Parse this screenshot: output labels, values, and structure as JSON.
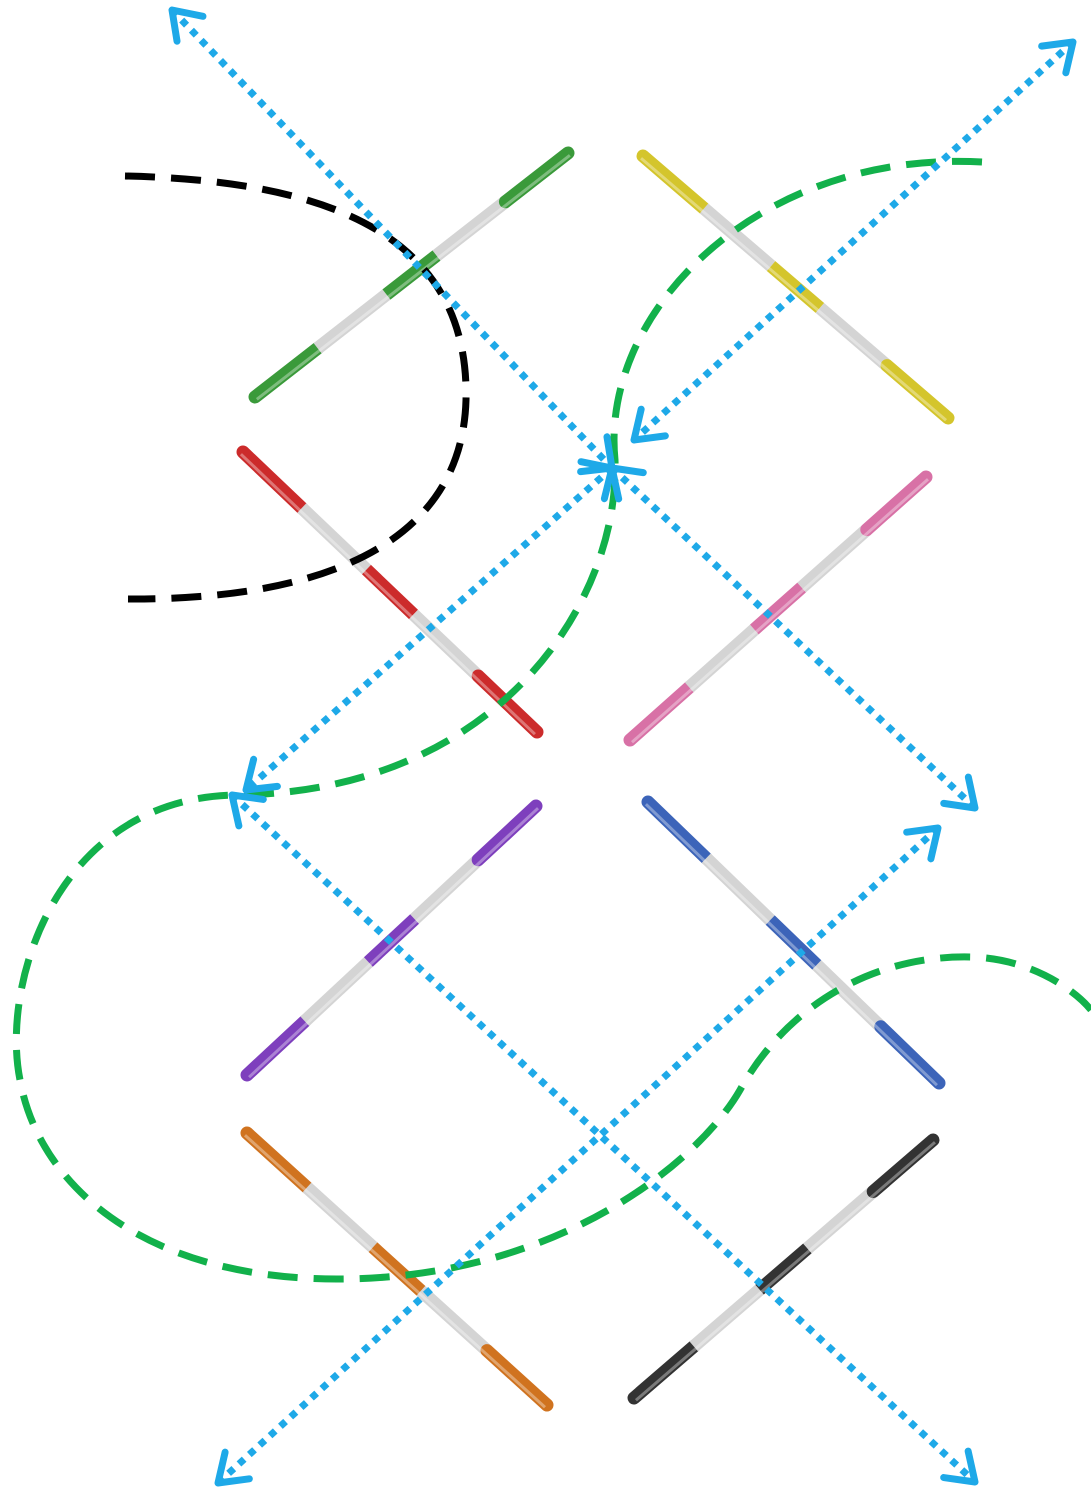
{
  "colors": {
    "background": "#ffffff",
    "dotted_arrows": "#1ea9e8",
    "green_curve": "#12b14b",
    "black_curve": "#000000",
    "rod_light_band": "#d4d4d4"
  },
  "rods": [
    {
      "name": "rod-green",
      "color": "#3a9a3a",
      "orientation": "rising"
    },
    {
      "name": "rod-yellow",
      "color": "#d4c52c",
      "orientation": "falling"
    },
    {
      "name": "rod-red",
      "color": "#cc2b2b",
      "orientation": "falling"
    },
    {
      "name": "rod-pink",
      "color": "#d871a6",
      "orientation": "rising"
    },
    {
      "name": "rod-purple",
      "color": "#7e3fbd",
      "orientation": "rising"
    },
    {
      "name": "rod-blue",
      "color": "#3c64b9",
      "orientation": "falling"
    },
    {
      "name": "rod-orange",
      "color": "#d0731f",
      "orientation": "falling"
    },
    {
      "name": "rod-black",
      "color": "#333333",
      "orientation": "rising"
    }
  ],
  "curves": [
    {
      "name": "black-dashed-curve",
      "style": "dashed",
      "color": "#000000"
    },
    {
      "name": "green-dashed-curve",
      "style": "dashed",
      "color": "#12b14b"
    }
  ],
  "arrows": [
    {
      "name": "dotted-arrow-a",
      "style": "dotted",
      "color": "#1ea9e8"
    },
    {
      "name": "dotted-arrow-b",
      "style": "dotted",
      "color": "#1ea9e8"
    },
    {
      "name": "dotted-arrow-c",
      "style": "dotted",
      "color": "#1ea9e8"
    },
    {
      "name": "dotted-arrow-d",
      "style": "dotted",
      "color": "#1ea9e8"
    }
  ]
}
